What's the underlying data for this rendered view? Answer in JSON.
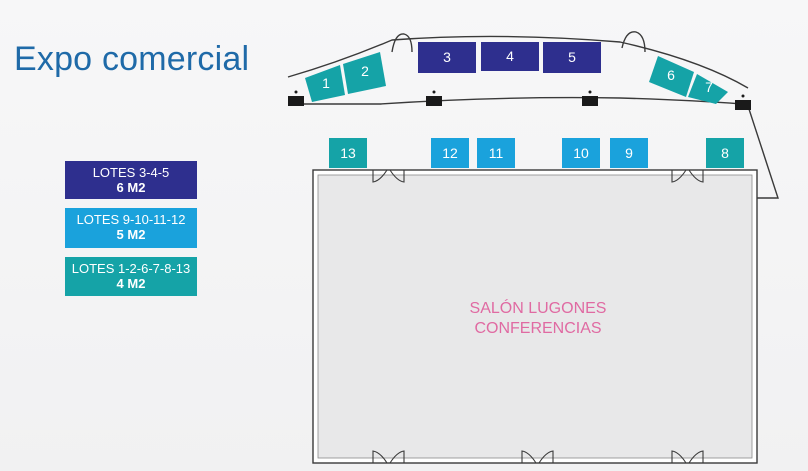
{
  "title": "Expo comercial",
  "colors": {
    "dark_blue": "#2e2f8e",
    "light_blue": "#1aa2dc",
    "teal": "#15a3a7",
    "hall_fill": "#e8e8e9",
    "hall_text": "#e06aa2",
    "wall": "#3a3a3a"
  },
  "legend": [
    {
      "line1": "LOTES 3-4-5",
      "line2": "6 M2",
      "color": "#2e2f8e"
    },
    {
      "line1": "LOTES 9-10-11-12",
      "line2": "5 M2",
      "color": "#1aa2dc"
    },
    {
      "line1": "LOTES 1-2-6-7-8-13",
      "line2": "4 M2",
      "color": "#15a3a7"
    }
  ],
  "booths": {
    "b1": "1",
    "b2": "2",
    "b3": "3",
    "b4": "4",
    "b5": "5",
    "b6": "6",
    "b7": "7",
    "b8": "8",
    "b9": "9",
    "b10": "10",
    "b11": "11",
    "b12": "12",
    "b13": "13"
  },
  "hall": {
    "line1": "SALÓN LUGONES",
    "line2": "CONFERENCIAS"
  }
}
